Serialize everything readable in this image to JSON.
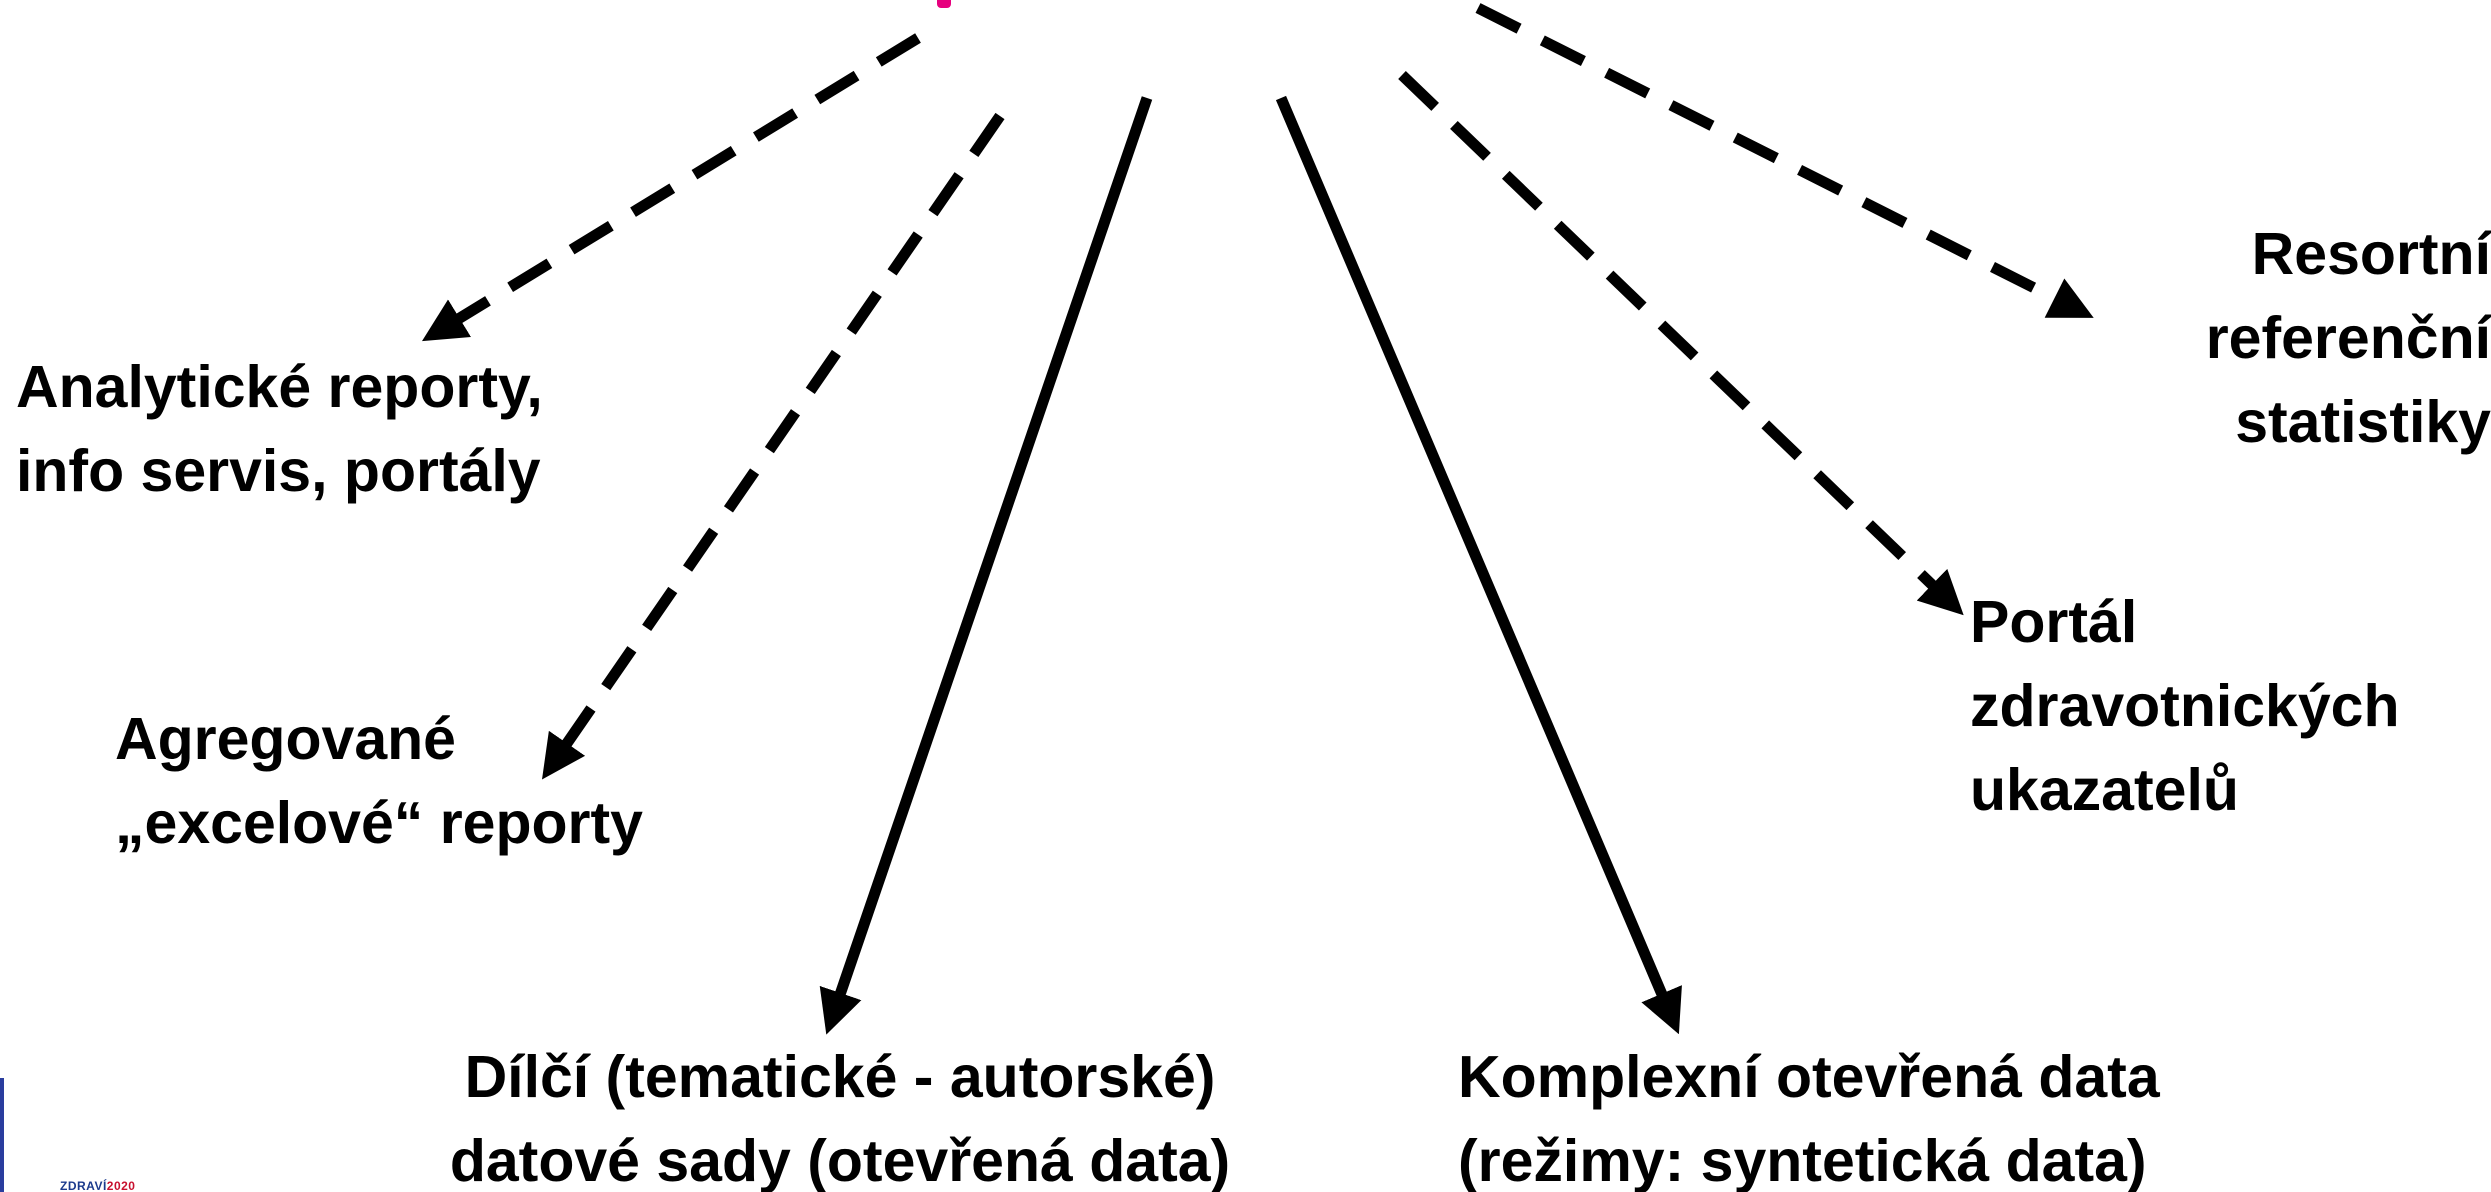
{
  "colors": {
    "ink": "#000000",
    "background": "#ffffff",
    "title_accent": "#e6007e",
    "logo_blue": "#1b3a8c",
    "logo_red": "#c8102e"
  },
  "nodes": {
    "analytic": {
      "lines": [
        "Analytické reporty,",
        "info servis, portály"
      ],
      "arrow_style": "dashed"
    },
    "aggregated": {
      "lines": [
        "Agregované",
        "„excelové“ reporty"
      ],
      "arrow_style": "dashed"
    },
    "partial": {
      "lines": [
        "Dílčí (tematické - autorské)",
        "datové sady (otevřená data)"
      ],
      "arrow_style": "solid"
    },
    "complex": {
      "lines": [
        "Komplexní otevřená data",
        "(režimy: syntetická data)"
      ],
      "arrow_style": "solid"
    },
    "portal": {
      "lines": [
        "Portál",
        "zdravotnických",
        "ukazatelů"
      ],
      "arrow_style": "dashed"
    },
    "resort": {
      "lines": [
        "Resortní",
        "referenční",
        "statistiky"
      ],
      "arrow_style": "dashed"
    }
  },
  "footer": {
    "logo_part_a": "ZDRAVÍ",
    "logo_part_b": "2020"
  }
}
